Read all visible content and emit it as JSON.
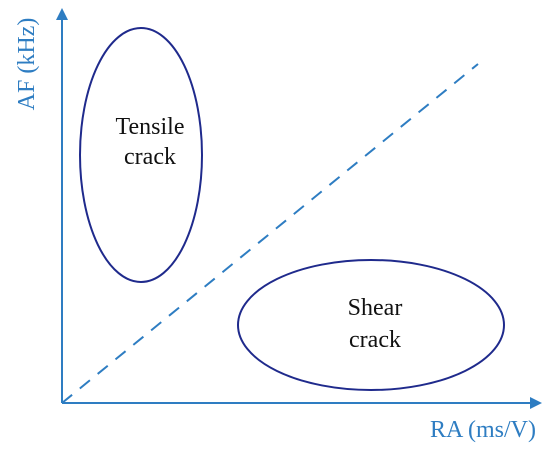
{
  "diagram": {
    "x_axis_label": "RA (ms/V)",
    "y_axis_label": "AF (kHz)",
    "regions": [
      {
        "name": "tensile",
        "lines": [
          "Tensile",
          "crack"
        ]
      },
      {
        "name": "shear",
        "lines": [
          "Shear",
          "crack"
        ]
      }
    ],
    "colors": {
      "axis": "#2e7dc2",
      "ellipse_stroke": "#1f2a8c",
      "divider": "#2e7dc2",
      "region_text": "#111111"
    }
  }
}
